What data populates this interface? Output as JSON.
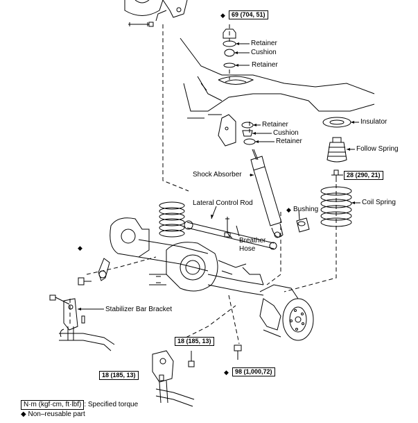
{
  "labels": {
    "retainer_top": "Retainer",
    "cushion_top": "Cushion",
    "retainer_mid": "Retainer",
    "retainer_low1": "Retainer",
    "cushion_low": "Cushion",
    "retainer_low2": "Retainer",
    "insulator": "Insulator",
    "follow_spring": "Follow Spring",
    "shock_absorber": "Shock Absorber",
    "lateral_control_rod": "Lateral Control Rod",
    "bushing": "Bushing",
    "coil_spring": "Coil Spring",
    "breather_hose": "Breather\nHose",
    "stabilizer_bar_bracket": "Stabilizer Bar Bracket"
  },
  "torques": {
    "t_top": "69 (704, 51)",
    "t_spring": "28 (290, 21)",
    "t_bracket_a": "18 (185, 13)",
    "t_bracket_b": "18 (185, 13)",
    "t_bottom": "98 (1,000,72)"
  },
  "legend": {
    "unit_box": "N·m (kgf·cm, ft·lbf)",
    "unit_text": ": Specified torque",
    "nonreusable": "Non–reusable part"
  },
  "symbols": {
    "diamond": "◆"
  }
}
